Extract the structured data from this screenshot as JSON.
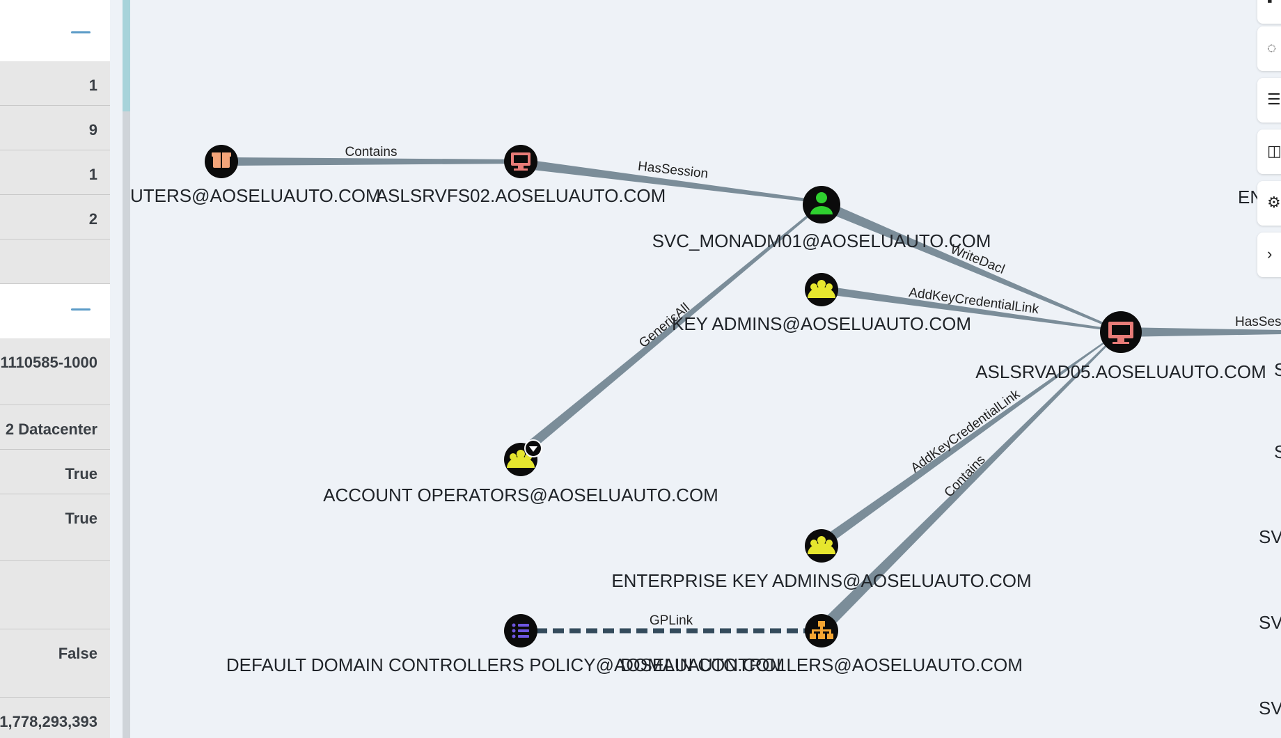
{
  "left_panel": {
    "rows_a": [
      "1",
      "9",
      "1",
      "2",
      ""
    ],
    "rows_b": [
      "1110585-1000",
      "2 Datacenter",
      "True",
      "True",
      "",
      "False",
      "1,778,293,393"
    ]
  },
  "graph": {
    "nodes": {
      "computers_ou": "UTERS@AOSELUAUTO.COM",
      "fs02": "ASLSRVFS02.AOSELUAUTO.COM",
      "svc": "SVC_MONADM01@AOSELUAUTO.COM",
      "key_admins": "KEY ADMINS@AOSELUAUTO.COM",
      "ad05": "ASLSRVAD05.AOSELUAUTO.COM",
      "account_ops": "ACCOUNT OPERATORS@AOSELUAUTO.COM",
      "ent_key_admins": "ENTERPRISE KEY ADMINS@AOSELUAUTO.COM",
      "ddc_policy": "DEFAULT DOMAIN CONTROLLERS POLICY@AOSELUAUTO.COM",
      "domain_controllers": "DOMAIN CONTROLLERS@AOSELUAUTO.COM"
    },
    "edges": {
      "contains_1": "Contains",
      "has_session_1": "HasSession",
      "write_dacl": "WriteDacl",
      "add_key_1": "AddKeyCredentialLink",
      "generic_all": "GenericAll",
      "add_key_2": "AddKeyCredentialLink",
      "contains_2": "Contains",
      "gp_link": "GPLink",
      "has_session_2": "HasSes"
    },
    "right_clipped_labels": [
      "EN",
      "S",
      "S",
      "SV",
      "SV",
      "SV"
    ],
    "colors": {
      "edge": "#7b8d99",
      "computer": "#e87c78",
      "user": "#2fd02f",
      "group": "#e6e62e",
      "ou": "#f4a532",
      "gpo": "#6d55e0",
      "container": "#f4a57a"
    }
  }
}
